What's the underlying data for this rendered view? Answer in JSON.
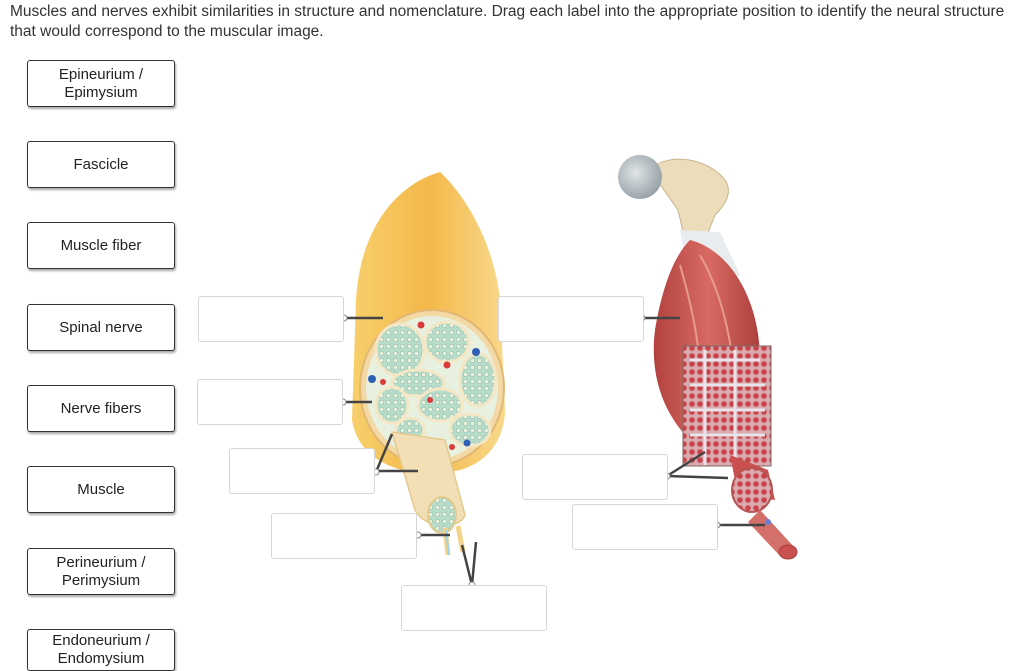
{
  "instructions": "Muscles and nerves exhibit similarities in structure and nomenclature. Drag each label into the appropriate position to identify the neural structure that would correspond to the muscular image.",
  "labels": [
    {
      "line1": "Epineurium /",
      "line2": "Epimysium"
    },
    {
      "line1": "Fascicle",
      "line2": ""
    },
    {
      "line1": "Muscle fiber",
      "line2": ""
    },
    {
      "line1": "Spinal nerve",
      "line2": ""
    },
    {
      "line1": "Nerve fibers",
      "line2": ""
    },
    {
      "line1": "Muscle",
      "line2": ""
    },
    {
      "line1": "Perineurium /",
      "line2": "Perimysium"
    },
    {
      "line1": "Endoneurium /",
      "line2": "Endomysium"
    }
  ],
  "colors": {
    "nerve_sheath": "#f2b64a",
    "fascicle": "#a7d6cf",
    "muscle": "#c9504f",
    "bone": "#e9d9b8",
    "leader_line": "#444444"
  }
}
